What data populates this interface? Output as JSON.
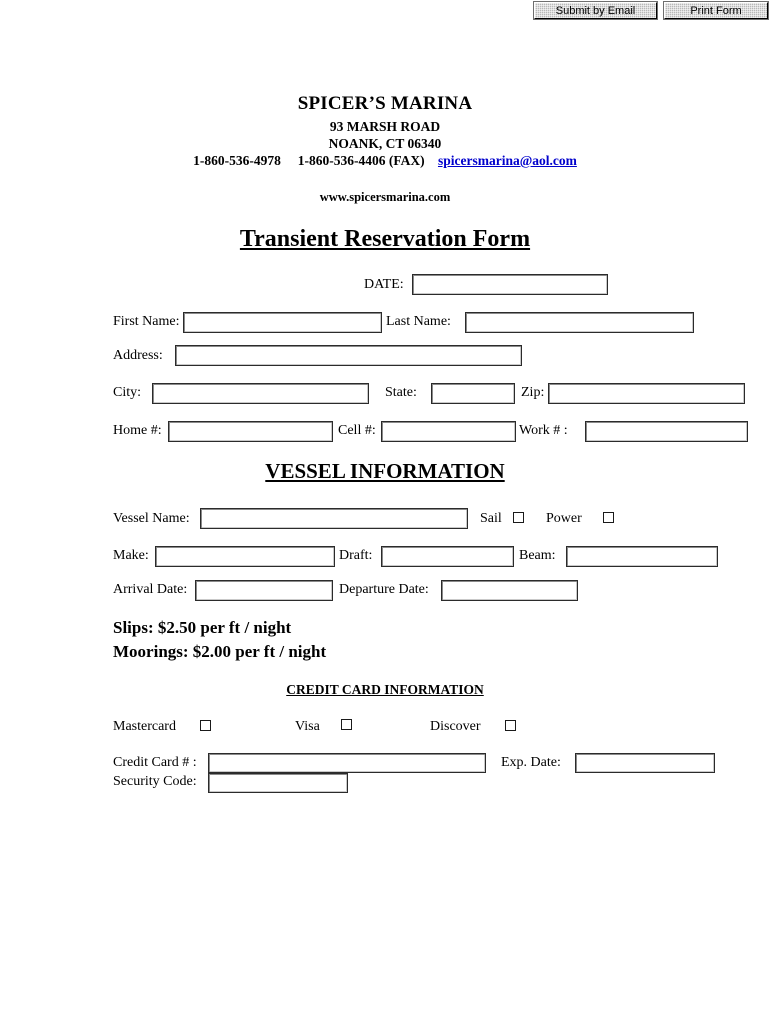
{
  "toolbar": {
    "submit_label": "Submit by Email",
    "print_label": "Print Form"
  },
  "header": {
    "business_name": "SPICER’S MARINA",
    "address_line1": "93 MARSH ROAD",
    "address_line2": "NOANK, CT 06340",
    "phone": "1-860-536-4978",
    "fax": "1-860-536-4406 (FAX)",
    "email": "spicersmarina@aol.com",
    "website": "www.spicersmarina.com",
    "email_color": "#0000cc"
  },
  "document": {
    "title": "Transient Reservation Form"
  },
  "contact": {
    "date_label": "DATE:",
    "date_value": "",
    "first_name_label": "First Name:",
    "first_name_value": "",
    "last_name_label": "Last Name:",
    "last_name_value": "",
    "address_label": "Address:",
    "address_value": "",
    "city_label": "City:",
    "city_value": "",
    "state_label": "State:",
    "state_value": "",
    "zip_label": "Zip:",
    "zip_value": "",
    "home_label": "Home #:",
    "home_value": "",
    "cell_label": "Cell #:",
    "cell_value": "",
    "work_label": "Work # :",
    "work_value": ""
  },
  "vessel": {
    "section_title": "VESSEL INFORMATION",
    "vessel_name_label": "Vessel Name:",
    "vessel_name_value": "",
    "sail_label": "Sail",
    "sail_checked": false,
    "power_label": "Power",
    "power_checked": false,
    "make_label": "Make:",
    "make_value": "",
    "draft_label": "Draft:",
    "draft_value": "",
    "beam_label": "Beam:",
    "beam_value": "",
    "arrival_label": "Arrival Date:",
    "arrival_value": "",
    "departure_label": "Departure Date:",
    "departure_value": ""
  },
  "rates": {
    "slips": "Slips: $2.50 per ft / night",
    "moorings": "Moorings: $2.00 per ft / night"
  },
  "credit_card": {
    "section_title": "CREDIT CARD INFORMATION",
    "mastercard_label": "Mastercard",
    "mastercard_checked": false,
    "visa_label": "Visa",
    "visa_checked": false,
    "discover_label": "Discover",
    "discover_checked": false,
    "number_label": "Credit Card # :",
    "number_value": "",
    "exp_label": "Exp. Date:",
    "exp_value": "",
    "security_label": "Security Code:",
    "security_value": ""
  }
}
